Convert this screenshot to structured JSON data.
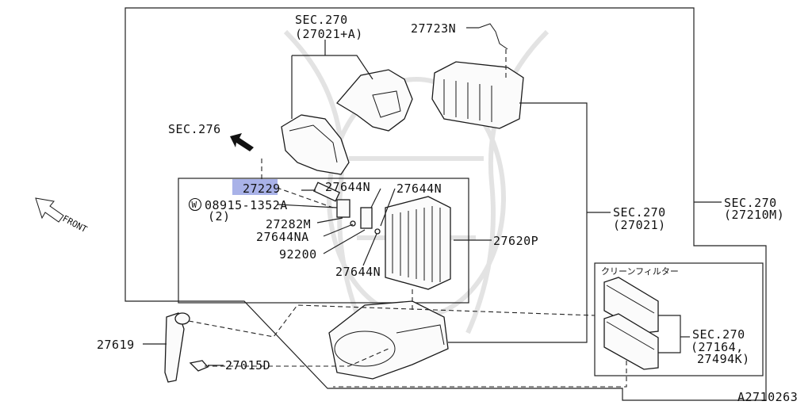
{
  "labels": {
    "sec270_top": "SEC.270",
    "sec270_top_sub": "(27021+A)",
    "part_27723n": "27723N",
    "sec276": "SEC.276",
    "part_27229": "27229",
    "part_27644n_a": "27644N",
    "part_27644n_b": "27644N",
    "washer_mark": "W",
    "part_08915": "08915-1352A",
    "qty_2": "(2)",
    "part_27282m": "27282M",
    "part_27644na": "27644NA",
    "part_92200": "92200",
    "part_27644n_c": "27644N",
    "part_27620p": "27620P",
    "sec270_mid": "SEC.270",
    "sec270_mid_sub": "(27021)",
    "sec270_right": "SEC.270",
    "sec270_right_sub": "(27210M)",
    "front": "FRONT",
    "filter_title": "クリーンフィルター",
    "sec270_filter": "SEC.270",
    "sec270_filter_sub1": "(27164,",
    "sec270_filter_sub2": "27494K)",
    "part_27619": "27619",
    "part_27015d": "27015D",
    "diagram_id": "A2710263"
  },
  "colors": {
    "highlight": "#a9b2e8",
    "line": "#222222",
    "watermark": "#e3e3e3"
  }
}
